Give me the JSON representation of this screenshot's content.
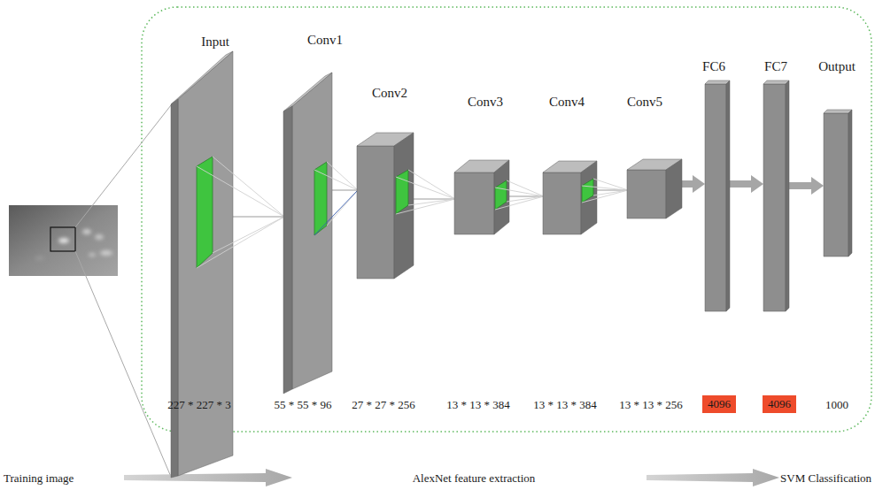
{
  "diagram": {
    "nodes": [
      {
        "text": [
          "Input"
        ]
      },
      {
        "text": [
          "Conv1"
        ]
      },
      {
        "text": [
          "Conv2"
        ]
      },
      {
        "text": [
          "Conv3"
        ]
      },
      {
        "text": [
          "Conv4"
        ]
      },
      {
        "text": [
          "Conv5"
        ]
      },
      {
        "text": [
          "FC6"
        ]
      },
      {
        "text": [
          "FC7"
        ]
      },
      {
        "text": [
          "Output"
        ]
      },
      {
        "text": [
          "4096"
        ]
      },
      {
        "text": [
          "4096"
        ]
      }
    ],
    "edges": [
      {
        "from": 0,
        "to": 1,
        "arrow": "none"
      },
      {
        "from": 1,
        "to": 2,
        "arrow": "none"
      },
      {
        "from": 2,
        "to": 3,
        "arrow": "none"
      },
      {
        "from": 3,
        "to": 4,
        "arrow": "none"
      },
      {
        "from": 4,
        "to": 5,
        "arrow": "none"
      },
      {
        "from": 5,
        "to": 6,
        "arrow": "to"
      },
      {
        "from": 6,
        "to": 7,
        "arrow": "to"
      },
      {
        "from": 7,
        "to": 8,
        "arrow": "to"
      }
    ],
    "labels": [
      "227 * 227 * 3",
      "55 * 55 * 96",
      "27 * 27 * 256",
      "13 * 13 * 384",
      "13 * 13 * 384",
      "13 * 13 * 256",
      "1000",
      "Training image",
      "AlexNet feature extraction",
      "SVM Classification"
    ]
  }
}
